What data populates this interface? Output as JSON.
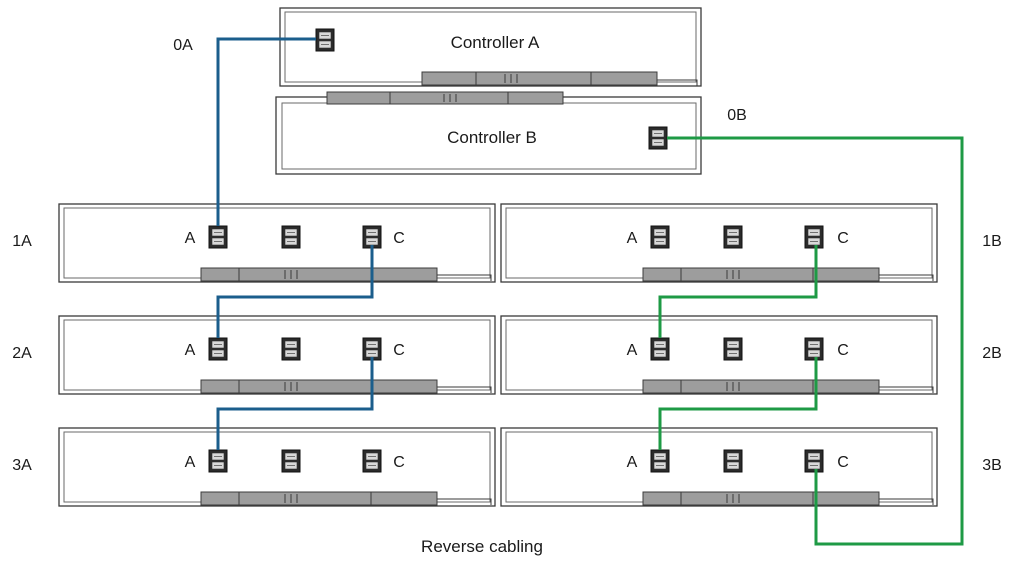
{
  "controllers": {
    "a": {
      "name": "Controller A",
      "port_label": "0A"
    },
    "b": {
      "name": "Controller B",
      "port_label": "0B"
    }
  },
  "enclosures": {
    "left": [
      {
        "label": "1A"
      },
      {
        "label": "2A"
      },
      {
        "label": "3A"
      }
    ],
    "right": [
      {
        "label": "1B"
      },
      {
        "label": "2B"
      },
      {
        "label": "3B"
      }
    ],
    "port_a_label": "A",
    "port_c_label": "C"
  },
  "cables": {
    "a_color": "#1b5e8c",
    "b_color": "#1e9a45"
  },
  "caption": "Reverse cabling"
}
